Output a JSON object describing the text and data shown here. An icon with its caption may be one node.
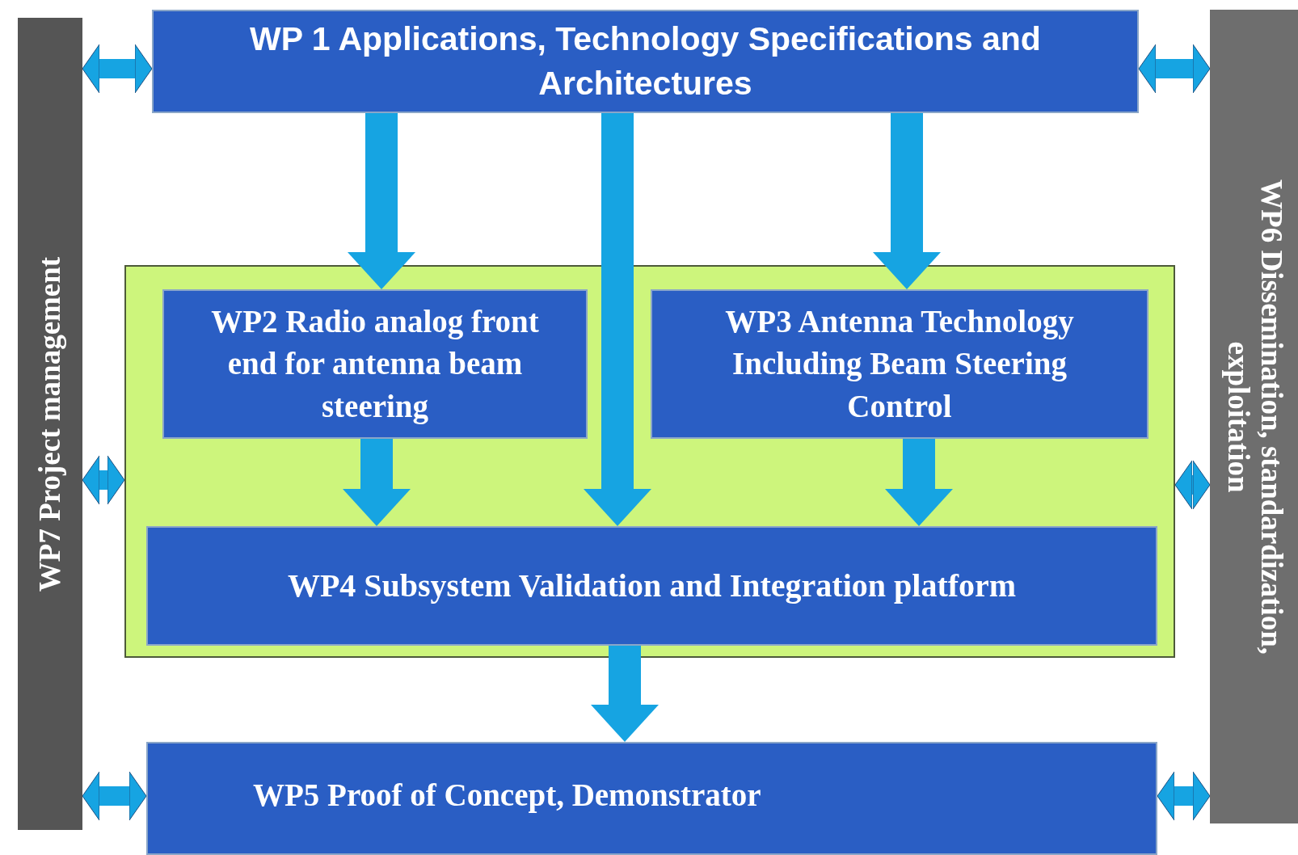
{
  "diagram": {
    "nodes": [
      {
        "text": [
          "WP7 Project management"
        ]
      },
      {
        "text": [
          "WP6 Dissemination, standardization, exploitation"
        ]
      },
      {
        "text": [
          "WP 1 Applications, Technology Specifications and Architectures"
        ]
      },
      {
        "text": [],
        "shape": "box"
      },
      {
        "text": [
          "WP2 Radio analog front end for antenna beam steering"
        ],
        "in": 3
      },
      {
        "text": [
          "WP3 Antenna Technology Including Beam Steering Control"
        ],
        "in": 3
      },
      {
        "text": [
          "WP4 Subsystem Validation and Integration platform"
        ],
        "in": 3
      },
      {
        "text": [
          "WP5  Proof of Concept, Demonstrator"
        ]
      }
    ],
    "edges": [
      {
        "from": 2,
        "to": 4,
        "arrow": "to"
      },
      {
        "from": 2,
        "to": 6,
        "arrow": "to"
      },
      {
        "from": 2,
        "to": 5,
        "arrow": "to"
      },
      {
        "from": 4,
        "to": 6,
        "arrow": "to"
      },
      {
        "from": 5,
        "to": 6,
        "arrow": "to"
      },
      {
        "from": 6,
        "to": 7,
        "arrow": "to"
      },
      {
        "from": 0,
        "to": 2,
        "arrow": "both"
      },
      {
        "from": 0,
        "to": 3,
        "arrow": "both"
      },
      {
        "from": 0,
        "to": 7,
        "arrow": "both"
      },
      {
        "from": 2,
        "to": 1,
        "arrow": "both"
      },
      {
        "from": 3,
        "to": 1,
        "arrow": "both"
      },
      {
        "from": 7,
        "to": 1,
        "arrow": "both"
      }
    ]
  }
}
